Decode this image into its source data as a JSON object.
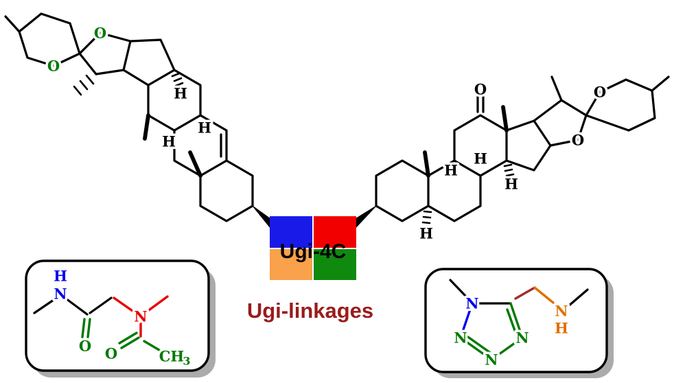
{
  "linker": {
    "label": "Ugi-4C"
  },
  "caption": {
    "text": "Ugi-linkages"
  },
  "molecule_left": {
    "o_pyran": "O",
    "o_furan": "O",
    "h_top": "H",
    "h_left": "H",
    "h_right": "H"
  },
  "molecule_right": {
    "o_ketone": "O",
    "o_furan": "O",
    "o_pyran": "O",
    "h_upper": "H",
    "h_mid": "H",
    "h_lower": "H",
    "h_bottom": "H"
  },
  "amide_box": {
    "h_amide": "H",
    "n_amide": "N",
    "n_acetyl": "N",
    "o_amide": "O",
    "o_acetyl": "O",
    "methyl_main": "CH",
    "methyl_sub": "3"
  },
  "tetrazole_box": {
    "n1": "N",
    "n2": "N",
    "n3": "N",
    "n4": "N",
    "n_amine": "N",
    "h_amine": "H"
  },
  "colors": {
    "square_blue": "#1a1ae8",
    "square_red": "#f20000",
    "square_orange": "#f9a14b",
    "square_green": "#0f8a0f",
    "caption_red": "#9b1b1b",
    "atom_blue": "#0000ee",
    "atom_red": "#e80000",
    "atom_green": "#007a00",
    "atom_orange": "#e07000",
    "bond_maroon": "#a52a2a"
  }
}
